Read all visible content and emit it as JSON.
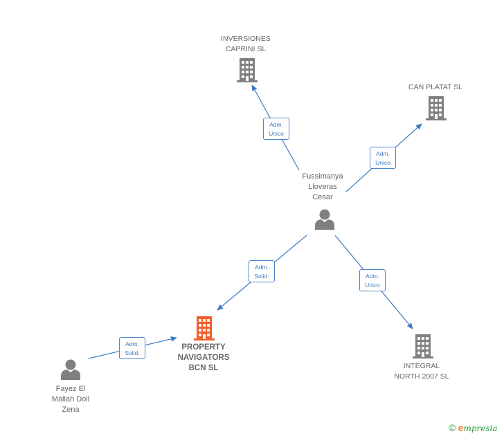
{
  "nodes": {
    "inversiones": {
      "label": "INVERSIONES\nCAPRINI SL",
      "icon": "building-icon"
    },
    "canplatat": {
      "label": "CAN PLATAT SL",
      "icon": "building-icon"
    },
    "fussimanya": {
      "label": "Fussimanya\nLloveras\nCesar",
      "icon": "person-icon"
    },
    "property": {
      "label": "PROPERTY\nNAVIGATORS\nBCN SL",
      "icon": "building-icon"
    },
    "integral": {
      "label": "INTEGRAL\nNORTH 2007 SL",
      "icon": "building-icon"
    },
    "fayez": {
      "label": "Fayez El\nMallah Doll\nZena",
      "icon": "person-icon"
    }
  },
  "relations": {
    "r1": "Adm.\nUnico",
    "r2": "Adm.\nUnico",
    "r3": "Adm.\nSolid.",
    "r4": "Adm.\nUnico",
    "r5": "Adm.\nSolid."
  },
  "colors": {
    "gray_icon": "#808080",
    "focus_icon": "#f0602a",
    "edge": "#3d7bc0"
  },
  "footer": {
    "copyright": "©",
    "brand_e": "e",
    "brand_rest": "mpresia"
  }
}
